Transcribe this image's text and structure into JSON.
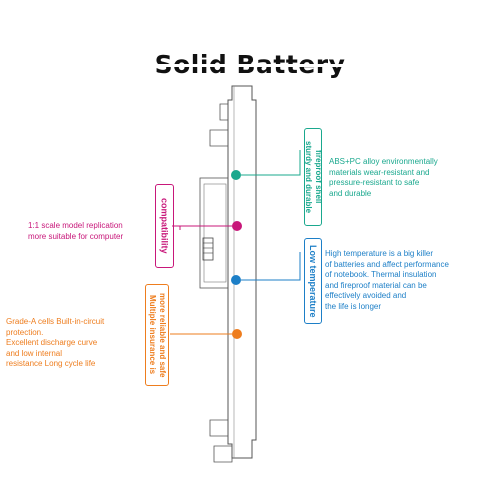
{
  "title": "Solid Battery",
  "colors": {
    "green": "#1aa88e",
    "magenta": "#c8177a",
    "blue": "#1d7fc7",
    "orange": "#ee7d1e",
    "outline": "#555555"
  },
  "features": {
    "shell": {
      "label_line1": "sturdy and durable",
      "label_line2": "fireproof shell",
      "text": "ABS+PC alloy environmentally\nmaterials wear-resistant and\npressure-resistant to safe\nand durable"
    },
    "compat": {
      "label": "compatibility",
      "text": "1:1 scale model replication\nmore suitable for computer"
    },
    "temp": {
      "label": "Low temperature",
      "text": "High temperature is a big killer\nof batteries and affect performance\nof notebook. Thermal insulation\nand fireproof material can be\neffectively avoided and\nthe life is longer"
    },
    "cells": {
      "label_line1": "Multiple insurance is",
      "label_line2": "more reliable and safe",
      "text": "Grade-A cells Built-in-circuit\nprotection.\nExcellent discharge curve\nand low internal\nresistance Long cycle life"
    }
  }
}
